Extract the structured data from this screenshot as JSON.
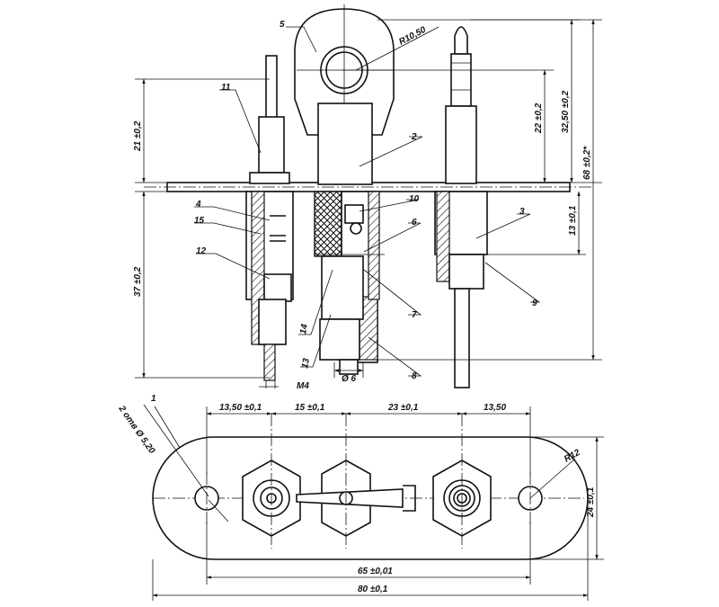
{
  "drawing": {
    "part_tags": [
      {
        "id": "tag-1",
        "text": "1"
      },
      {
        "id": "tag-2",
        "text": "2"
      },
      {
        "id": "tag-3",
        "text": "3"
      },
      {
        "id": "tag-4",
        "text": "4"
      },
      {
        "id": "tag-5",
        "text": "5"
      },
      {
        "id": "tag-6",
        "text": "6"
      },
      {
        "id": "tag-7",
        "text": "7"
      },
      {
        "id": "tag-8",
        "text": "8"
      },
      {
        "id": "tag-9",
        "text": "9"
      },
      {
        "id": "tag-10",
        "text": "10"
      },
      {
        "id": "tag-11",
        "text": "11"
      },
      {
        "id": "tag-12",
        "text": "12"
      },
      {
        "id": "tag-13",
        "text": "13"
      },
      {
        "id": "tag-14",
        "text": "14"
      },
      {
        "id": "tag-15",
        "text": "15"
      }
    ],
    "dimensions": {
      "radius_top": "R10,50",
      "h_21": "21 ±0,2",
      "h_22": "22 ±0,2",
      "h_32": "32,50 ±0,2",
      "h_68": "68 ±0,2*",
      "h_13": "13 ±0,1",
      "h_37": "37 ±0,2",
      "thread": "M4",
      "diam6": "Ø 6",
      "holes": "2 отв Ø 5,20",
      "w_1350a": "13,50 ±0,1",
      "w_15": "15 ±0,1",
      "w_23": "23 ±0,1",
      "w_1350b": "13,50",
      "radius_end": "R12",
      "v_24": "24 ±0,1",
      "w_65": "65 ±0,01",
      "w_80": "80 ±0,1"
    }
  }
}
